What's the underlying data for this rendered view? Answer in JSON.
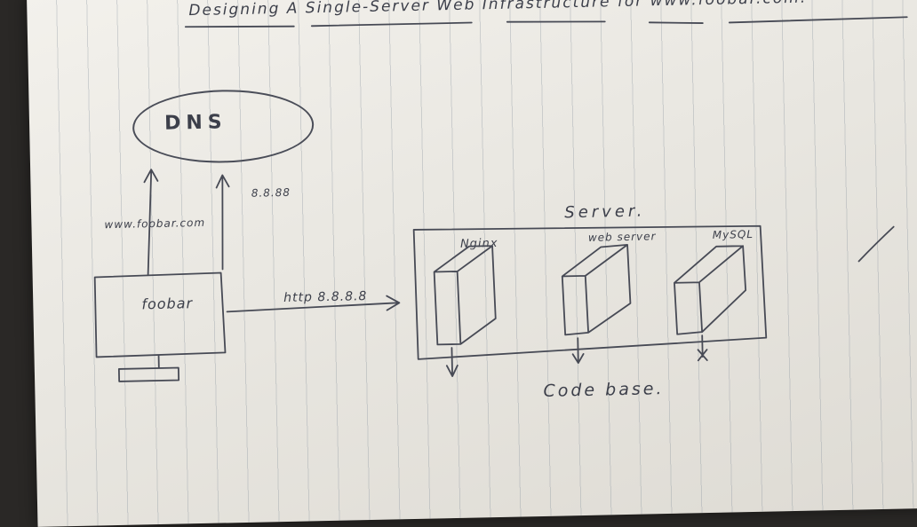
{
  "title": "Designing A Single-Server Web Infrastructure for www.foobar.com.",
  "dns": {
    "label": "DNS"
  },
  "client": {
    "domain_request": "www.foobar.com",
    "ip_response": "8.8.88",
    "label": "foobar"
  },
  "request": {
    "label": "http 8.8.8.8"
  },
  "server": {
    "label": "Server.",
    "components": [
      {
        "label": "Nginx"
      },
      {
        "label": "web server"
      },
      {
        "label": "MySQL"
      }
    ]
  },
  "codebase": {
    "label": "Code base."
  }
}
